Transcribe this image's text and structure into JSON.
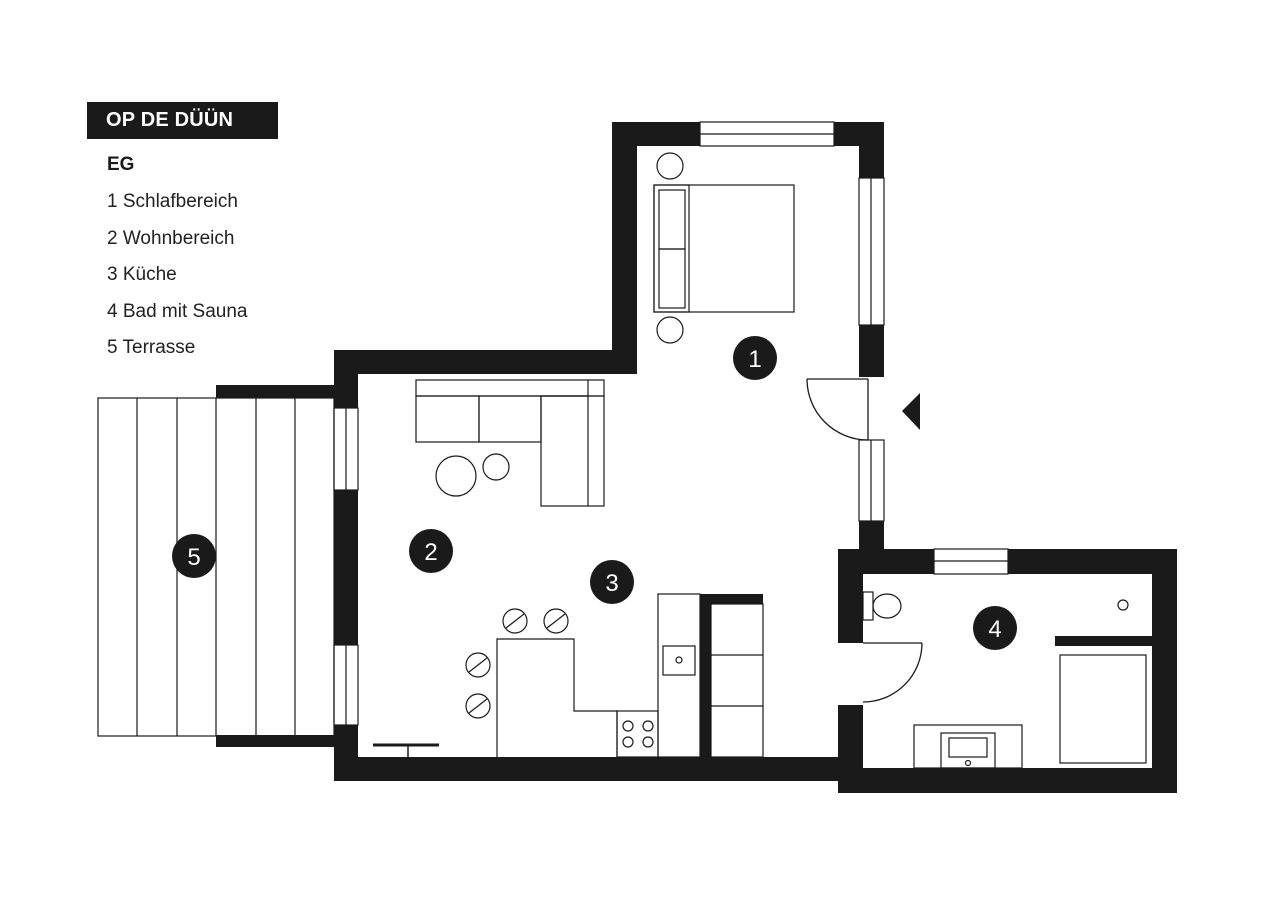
{
  "plan": {
    "title": "OP DE DÜÜN",
    "floor": "EG",
    "legend": [
      "1 Schlafbereich",
      "2 Wohnbereich",
      "3 Küche",
      "4 Bad mit Sauna",
      "5 Terrasse"
    ],
    "room_markers": [
      "1",
      "2",
      "3",
      "4",
      "5"
    ],
    "colors": {
      "ink": "#1a1a1a",
      "paper": "#ffffff"
    },
    "icons": [
      "entrance-arrow-icon",
      "bed-icon",
      "sofa-icon",
      "sink-icon",
      "stove-icon",
      "toilet-icon",
      "washbasin-icon",
      "door-swing-icon"
    ]
  }
}
